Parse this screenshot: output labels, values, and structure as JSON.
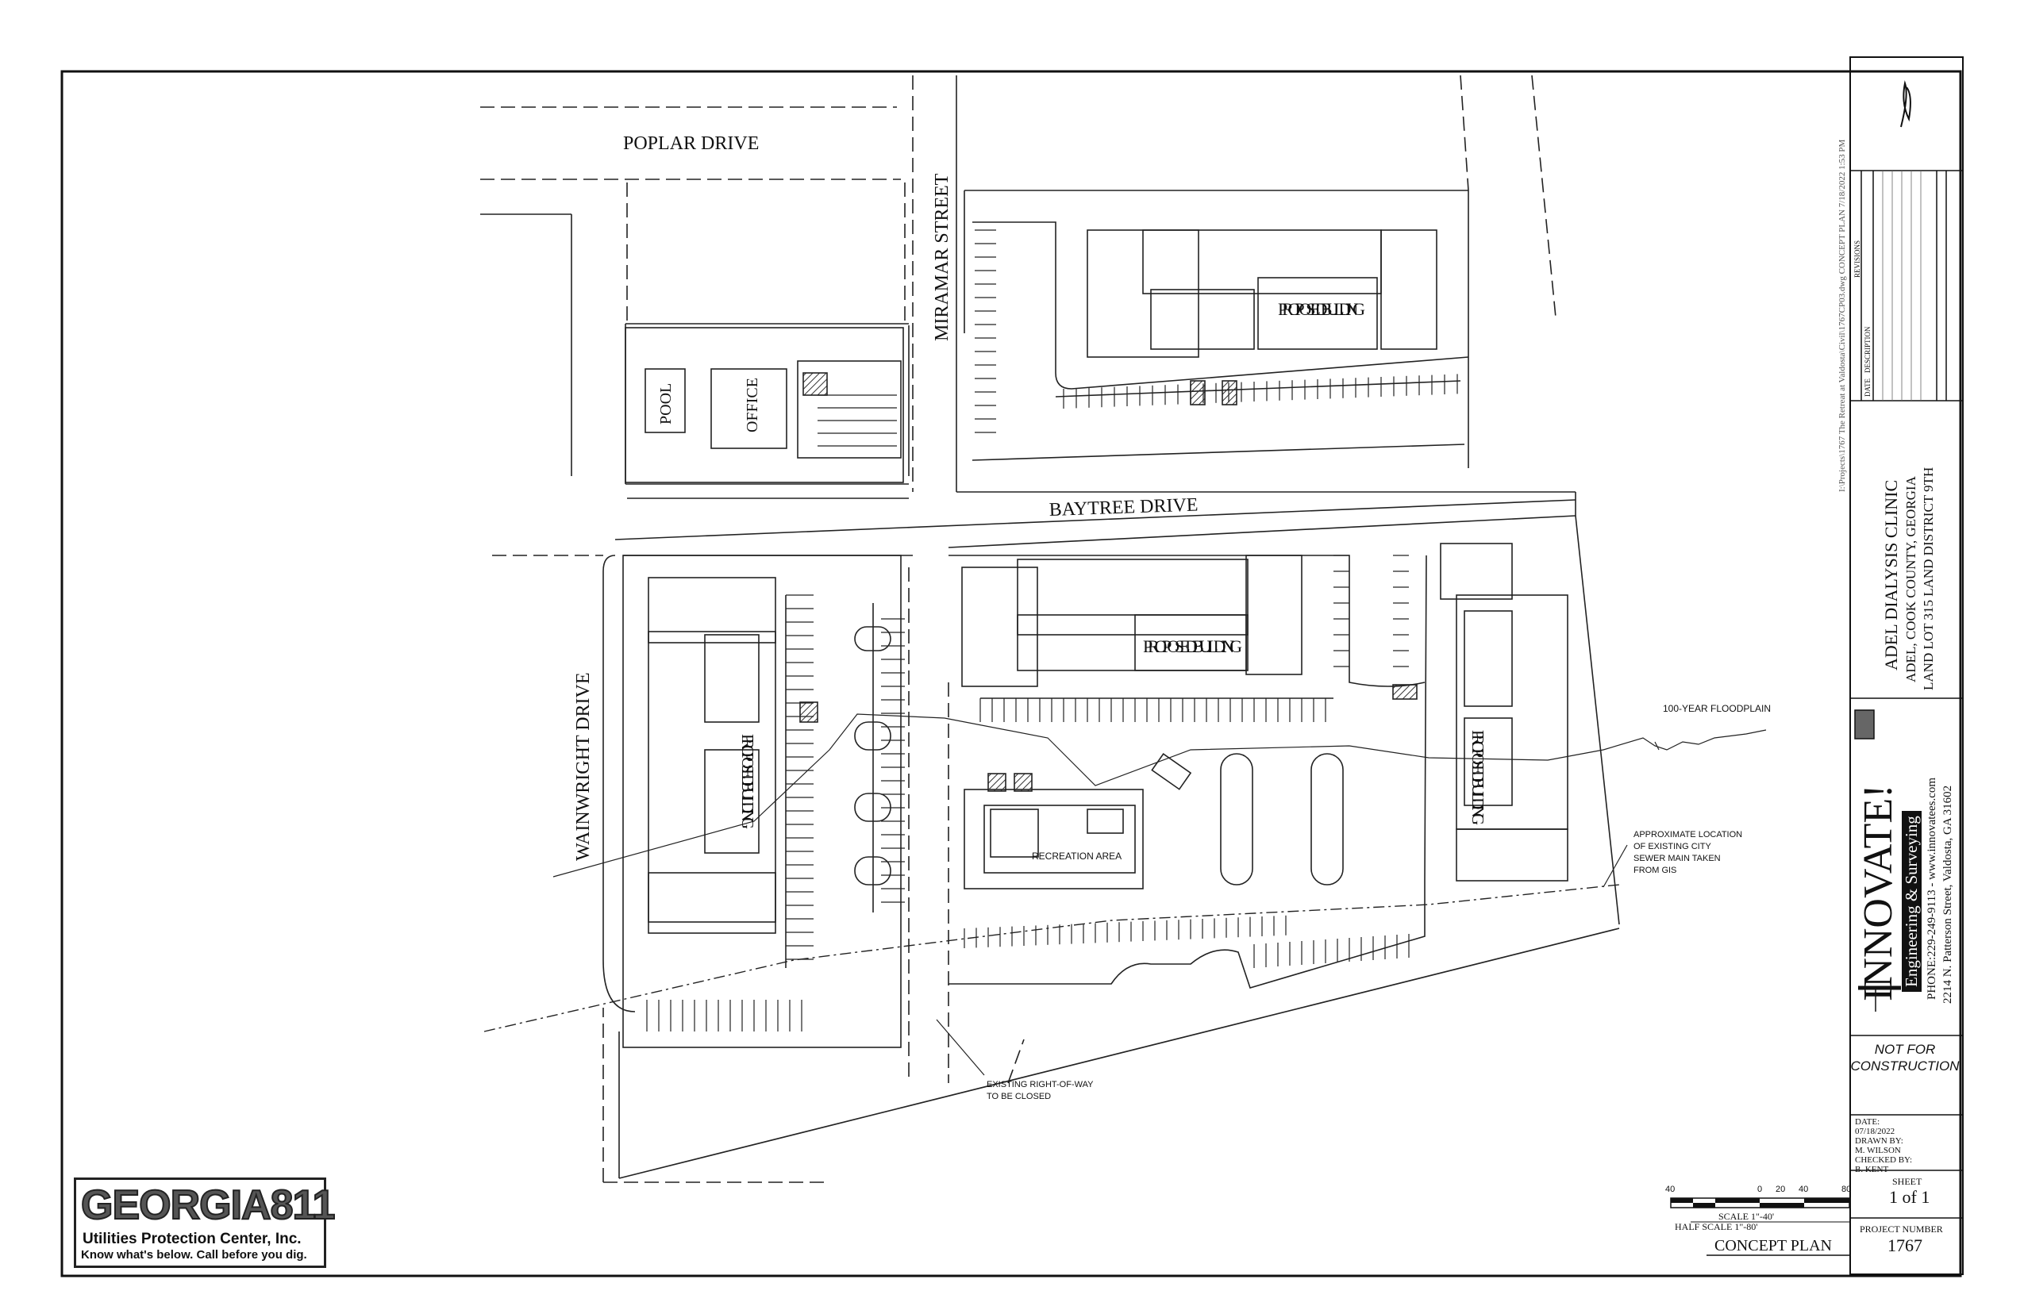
{
  "streets": {
    "poplar": "POPLAR DRIVE",
    "miramar": "MIRAMAR STREET",
    "baytree": "BAYTREE DRIVE",
    "wainwright": "WAINWRIGHT DRIVE"
  },
  "labels": {
    "proposed_building": "PROPOSED BUILDING",
    "pool": "POOL",
    "office": "OFFICE",
    "recreation": "RECREATION AREA",
    "floodplain": "100-YEAR FLOODPLAIN",
    "sewer_note": [
      "APPROXIMATE LOCATION",
      "OF EXISTING CITY",
      "SEWER MAIN TAKEN",
      "FROM GIS"
    ],
    "row_note": [
      "EXISTING RIGHT-OF-WAY",
      "TO BE CLOSED"
    ]
  },
  "scale": {
    "ticks": [
      "40",
      "0",
      "20",
      "40",
      "80"
    ],
    "scale_text": "SCALE 1\"-40'",
    "half_scale_text": "HALF SCALE 1\"-80'",
    "sheet_title": "CONCEPT PLAN"
  },
  "title_block": {
    "project_title": "ADEL DIALYSIS CLINIC",
    "location": "ADEL, COOK COUNTY, GEORGIA",
    "land_lot": "LAND LOT 315 LAND DISTRICT 9TH",
    "company": "INNOVATE!",
    "company_sub": "Engineering & Surveying",
    "phone_web": "PHONE:229-249-9113 - www.innovatees.com",
    "address": "2214 N. Patterson Street, Valdosta, GA 31602",
    "file_path": "I:\\Projects\\1767 The Retreat at Valdosta\\Civil\\1767CP03.dwg   CONCEPT PLAN   7/18/2022 1:53 PM",
    "revisions_label": "REVISIONS",
    "date_col": "DATE",
    "desc_col": "DESCRIPTION",
    "not_for_construction": [
      "NOT FOR",
      "CONSTRUCTION"
    ],
    "date_label": "DATE:",
    "date_value": "07/18/2022",
    "drawn_label": "DRAWN BY:",
    "drawn_value": "M. WILSON",
    "checked_label": "CHECKED BY:",
    "checked_value": "B. KENT",
    "sheet_label": "SHEET",
    "sheet_value": "1 of 1",
    "project_number_label": "PROJECT NUMBER",
    "project_number": "1767"
  },
  "georgia811": {
    "main": "GEORGIA811",
    "line1": "Utilities Protection Center, Inc.",
    "line2": "Know what's below. Call before you dig."
  }
}
